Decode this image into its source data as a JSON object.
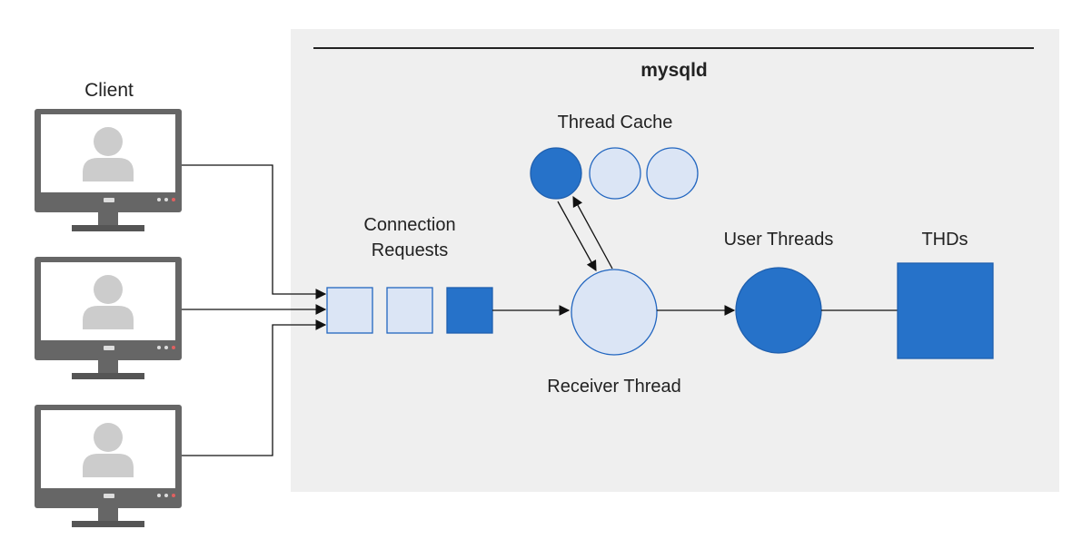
{
  "server": {
    "name": "mysqld",
    "thread_cache_label": "Thread Cache",
    "connection_requests_label": [
      "Connection",
      "Requests"
    ],
    "user_threads_label": "User Threads",
    "thds_label": "THDs",
    "receiver_thread_label": "Receiver Thread"
  },
  "client": {
    "label": "Client"
  },
  "colors": {
    "panel": "#efefef",
    "dark_blue": "#2672c9",
    "light_blue": "#dbe5f5",
    "stroke_blue": "#2266c0",
    "monitor": "#666666",
    "user_silhouette": "#cccccc"
  },
  "icons": [
    "monitor-icon",
    "user-icon",
    "arrow-icon"
  ]
}
